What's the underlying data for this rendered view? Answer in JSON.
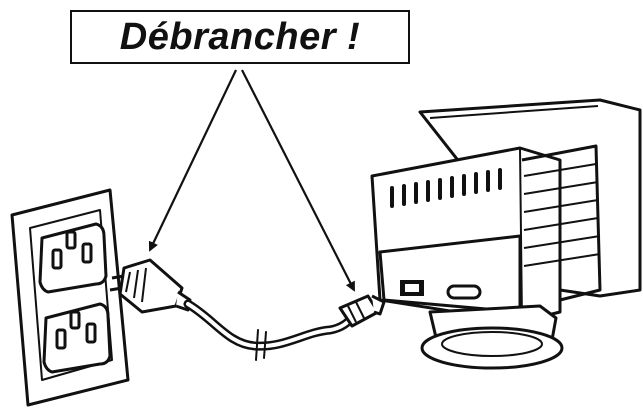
{
  "label": {
    "text": "Débrancher !"
  },
  "parts": {
    "wall_outlet": "wall-outlet",
    "plug": "power-plug",
    "cord": "power-cord",
    "connector": "cord-connector",
    "computer": "crt-monitor"
  },
  "colors": {
    "ink": "#111111",
    "paper": "#ffffff"
  }
}
